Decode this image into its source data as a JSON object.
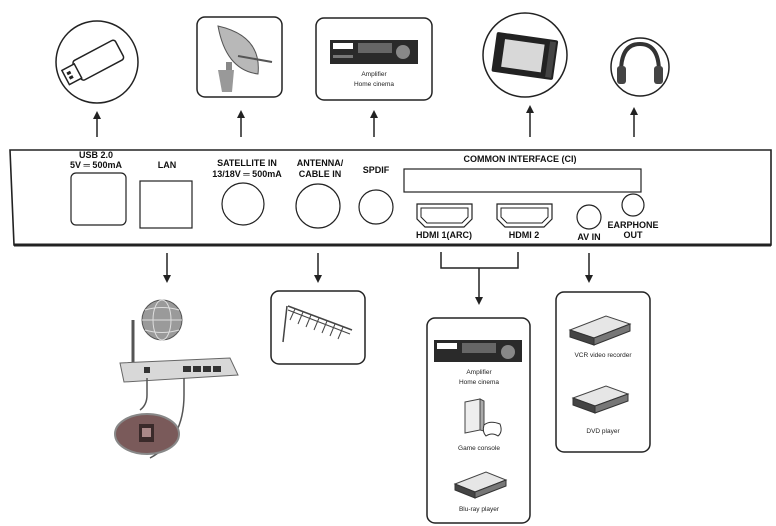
{
  "panel": {
    "usb_label_1": "USB 2.0",
    "usb_label_2": "5V ═ 500mA",
    "lan_label": "LAN",
    "satellite_label_1": "SATELLITE IN",
    "satellite_label_2": "13/18V ═ 500mA",
    "antenna_label_1": "ANTENNA/",
    "antenna_label_2": "CABLE IN",
    "spdif_label": "SPDIF",
    "ci_label": "COMMON INTERFACE  (CI)",
    "hdmi1_label": "HDMI 1(ARC)",
    "hdmi2_label": "HDMI 2",
    "avin_label": "AV IN",
    "earphone_label_1": "EARPHONE",
    "earphone_label_2": "OUT"
  },
  "devices": {
    "amplifier_top_1": "Amplifier",
    "amplifier_top_2": "Home cinema",
    "amplifier_hdmi_1": "Amplifier",
    "amplifier_hdmi_2": "Home cinema",
    "game_console": "Game console",
    "bluray": "Blu-ray player",
    "vcr": "VCR video recorder",
    "dvd": "DVD player"
  },
  "colors": {
    "line": "#222222",
    "panel_fill": "#ffffff",
    "dish": "#b8b8b8",
    "router": "#d8d8d8",
    "plug": "#7a5a5a"
  }
}
